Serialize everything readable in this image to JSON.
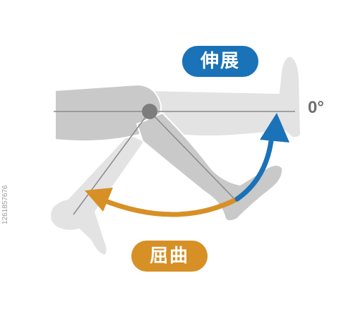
{
  "labels": {
    "extension": "伸展",
    "flexion": "屈曲",
    "zero_degree": "0°",
    "stock_id": "1261857676"
  },
  "colors": {
    "extension_arrow": "#1a72b8",
    "flexion_arrow": "#d79026",
    "leg_front": "#c9c9c9",
    "leg_back": "#e3e3e3",
    "outline": "#ffffff",
    "reference_line": "#8a8a8a",
    "joint": "#7d7d7d"
  },
  "icons": {
    "extension_arrow": "arrow-up-right-icon",
    "flexion_arrow": "arrow-left-icon"
  }
}
